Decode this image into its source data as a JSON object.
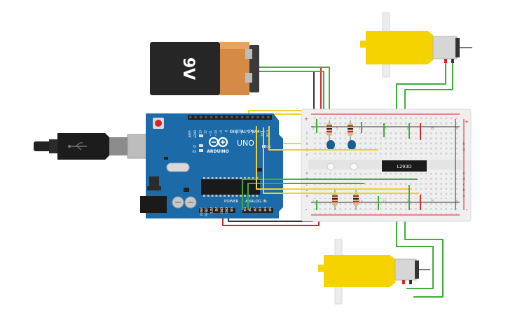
{
  "battery": {
    "label": "9V"
  },
  "arduino": {
    "logo_text": "ARDUINO",
    "model": "UNO",
    "digital_label": "DIGITAL (PWM~)",
    "power_label": "POWER",
    "analog_label": "ANALOG IN",
    "on_label": "ON",
    "led_l": "L",
    "led_tx": "TX",
    "led_rx": "RX",
    "digital_pins": [
      "AREF",
      "GND",
      "13",
      "12",
      "~11",
      "~10",
      "~9",
      "8",
      "7",
      "~6",
      "~5",
      "4",
      "~3",
      "2",
      "TX 1",
      "RX 0"
    ],
    "power_pins": [
      "IOREF",
      "RESET",
      "3.3V",
      "5V",
      "GND",
      "GND",
      "Vin"
    ],
    "analog_pins": [
      "A0",
      "A1",
      "A2",
      "A3",
      "A4",
      "A5"
    ]
  },
  "breadboard": {
    "rail_plus": "+",
    "rail_minus": "-",
    "row_letters_top": [
      "j",
      "i",
      "h",
      "g",
      "f"
    ],
    "row_letters_bottom": [
      "e",
      "d",
      "c",
      "b",
      "a"
    ],
    "col_numbers": [
      "1",
      "5",
      "10",
      "15",
      "20",
      "25",
      "30"
    ]
  },
  "driver_chip": {
    "label": "L293D"
  },
  "colors": {
    "wire_green": "#3fae3a",
    "wire_yellow": "#f2d22a",
    "wire_red": "#d8232a",
    "wire_black": "#333333",
    "arduino_blue": "#1d6aa8",
    "motor_yellow": "#f4d300"
  }
}
